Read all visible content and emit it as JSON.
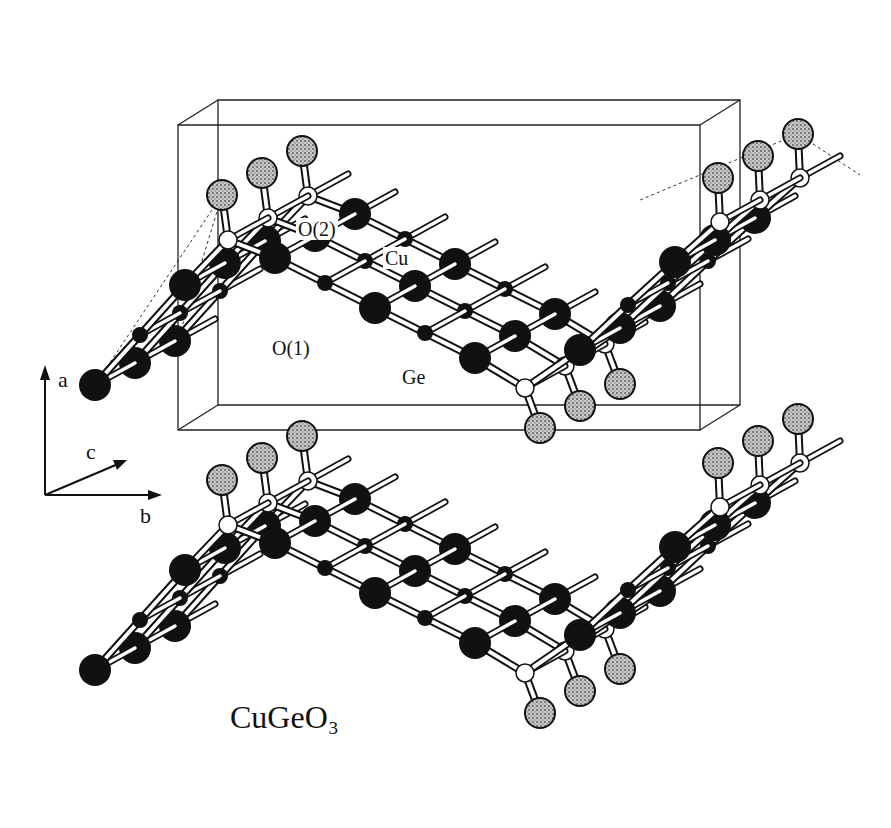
{
  "diagram": {
    "labels": [
      "O(2)",
      "Cu",
      "O(1)",
      "Ge",
      "a",
      "c",
      "b",
      "CuGeO₃"
    ]
  }
}
